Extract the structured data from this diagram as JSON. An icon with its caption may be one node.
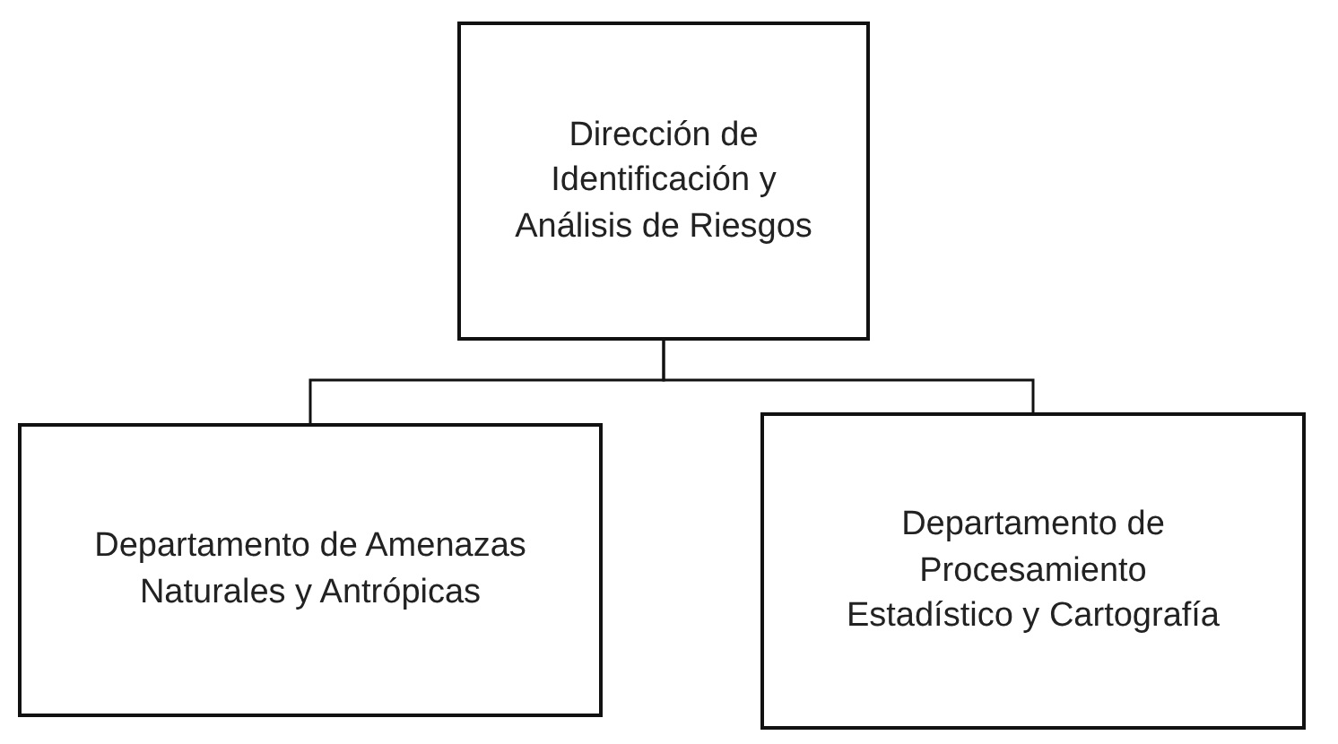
{
  "diagram": {
    "nodes": [
      {
        "text": [
          "Dirección de Identificación y Análisis de Riesgos"
        ]
      },
      {
        "text": [
          "Departamento de Amenazas Naturales y Antrópicas"
        ]
      },
      {
        "text": [
          "Departamento de Procesamiento Estadístico y Cartografía"
        ]
      }
    ],
    "edges": [
      {
        "from": 0,
        "to": 1,
        "arrow": "none"
      },
      {
        "from": 0,
        "to": 2,
        "arrow": "none"
      }
    ]
  }
}
